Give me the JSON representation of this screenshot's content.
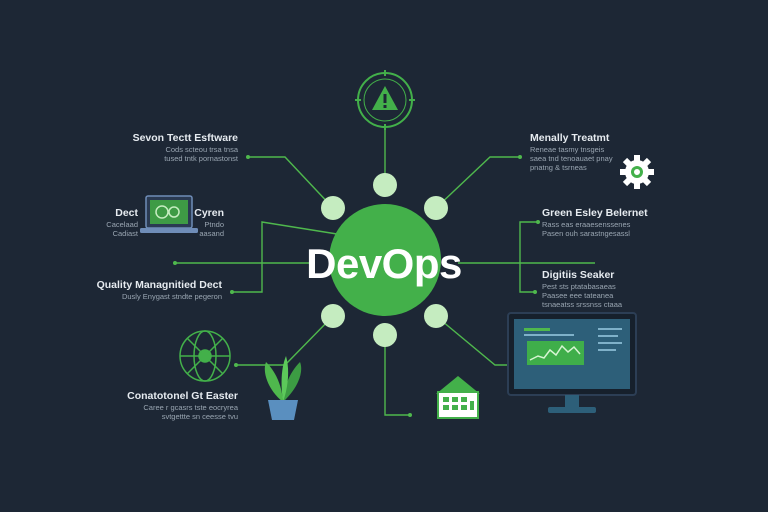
{
  "center": {
    "title": "DevOps"
  },
  "colors": {
    "background": "#1d2735",
    "accent": "#43b04a",
    "node_light": "#c5ecc0",
    "line": "#4fb84d",
    "text": "#e6ebf0",
    "subtext": "#9aa6b2"
  },
  "nodes": [
    {
      "label": "Sevon Tectt Esftware",
      "lines": [
        "Cods scteou trsa tnsa",
        "tused tntk pornastonst"
      ],
      "icon": "warning-triangle-icon"
    },
    {
      "label": "Dect",
      "lines": [
        "Cacelaad",
        "Cadiast"
      ],
      "icon": "laptop-icon"
    },
    {
      "label": "Cyren",
      "lines": [
        "Ptndo",
        "aasand"
      ],
      "icon": "laptop-icon"
    },
    {
      "label": "Quality Managnitied Dect",
      "lines": [
        "Dusly Enygast stndte pegeron"
      ],
      "icon": "none"
    },
    {
      "label": "Conatotonel Gt Easter",
      "lines": [
        "Caree r gcasrs tste eocryrea",
        "svtgettte sn ceesse tvu"
      ],
      "icon": "network-globe-icon"
    },
    {
      "label": "Menally Treatmt",
      "lines": [
        "Reneae tasmy tnsgeis",
        "saea tnd tenoauaet pnay",
        "pnatng & tsrneas"
      ],
      "icon": "gear-icon"
    },
    {
      "label": "Green Esley Belernet",
      "lines": [
        "Rass eas eraaesenssenes",
        "Pasen ouh sarastngesassl"
      ],
      "icon": "none"
    },
    {
      "label": "Digitiis Seaker",
      "lines": [
        "Pest sts ptatabasaeas",
        "Paasee eee tateanea",
        "tsnaeatss srssnss ctaaa"
      ],
      "icon": "monitor-chart-icon"
    }
  ]
}
